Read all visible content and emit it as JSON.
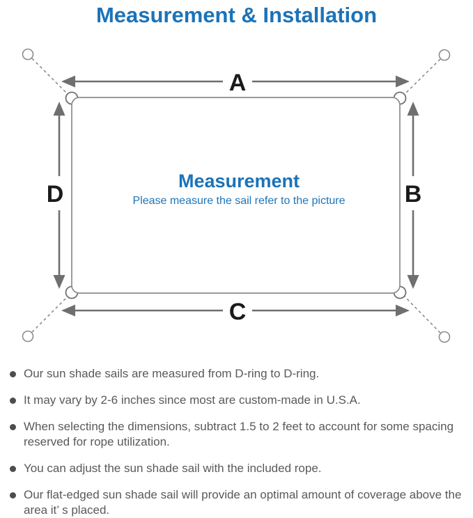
{
  "page": {
    "title": "Measurement & Installation"
  },
  "diagram": {
    "labels": {
      "top": "A",
      "right": "B",
      "bottom": "C",
      "left": "D"
    },
    "center_title": "Measurement",
    "center_subtitle": "Please measure the sail refer to the picture"
  },
  "bullets": [
    "Our sun shade sails are measured from D-ring to D-ring.",
    "It may vary by 2-6 inches since most are custom-made in U.S.A.",
    "When selecting the dimensions, subtract 1.5 to 2 feet to account for some spacing reserved for rope utilization.",
    "You can adjust the sun shade sail with the included rope.",
    "Our flat-edged sun shade sail will provide an optimal amount of coverage above the area it’ s placed."
  ],
  "colors": {
    "accent_blue": "#1b73b8",
    "diagram_line_gray": "#8c8c8c",
    "arrow_gray": "#6f6f6f",
    "label_black": "#1a1a1a",
    "body_text_gray": "#595959"
  }
}
